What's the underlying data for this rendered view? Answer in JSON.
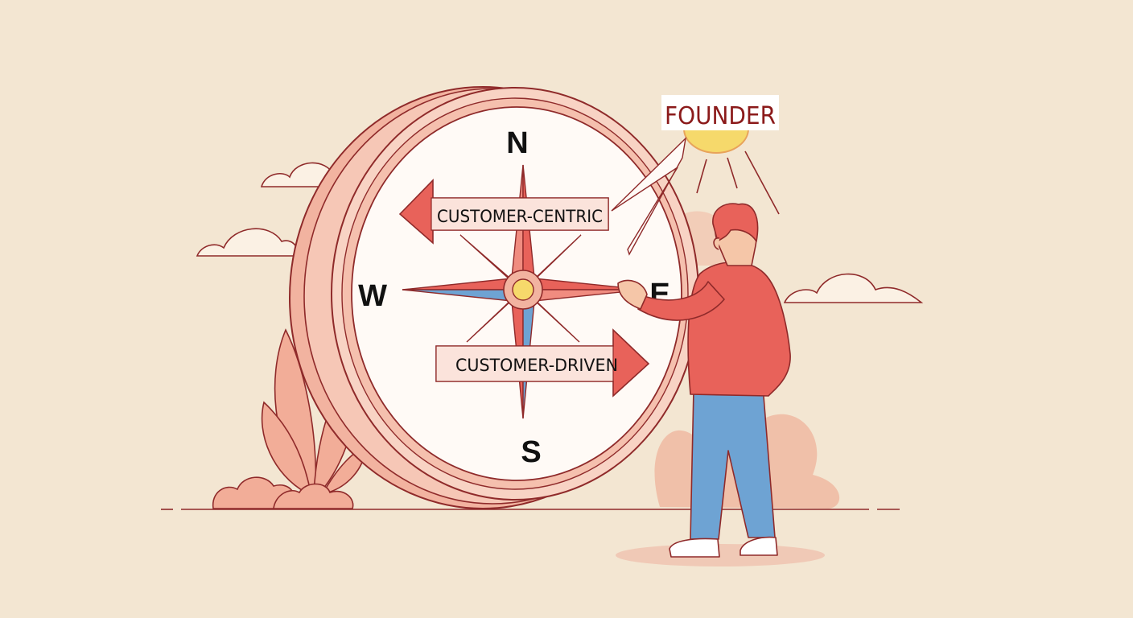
{
  "scene": {
    "compass": {
      "north": "N",
      "south": "S",
      "east": "E",
      "west": "W"
    },
    "arrows": {
      "west_label": "CUSTOMER-CENTRIC",
      "east_label": "CUSTOMER-DRIVEN"
    },
    "sun_label": "FOUNDER"
  },
  "colors": {
    "background": "#f3e6d2",
    "outline": "#8f2a2a",
    "coral": "#e8625a",
    "light_coral": "#f2b0a0",
    "ring": "#f6c9b9",
    "blue": "#6ea3d3",
    "sun": "#f6d96b",
    "label_text": "#8b1a1a"
  }
}
